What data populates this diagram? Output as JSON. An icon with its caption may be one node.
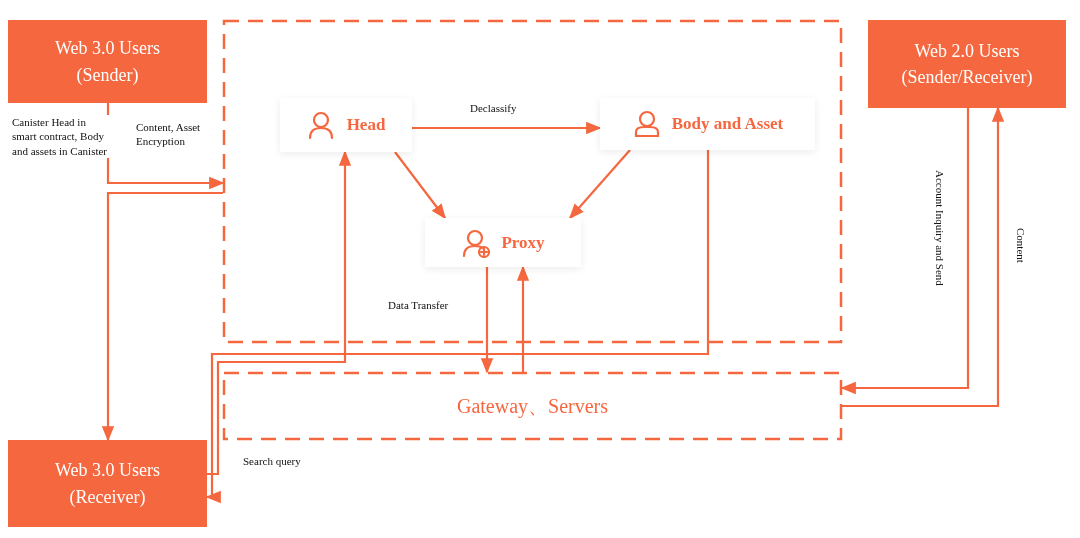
{
  "diagram": {
    "nodes": [
      {
        "text": [
          "Web 3.0 Users (Sender)"
        ]
      },
      {
        "text": [],
        "shape": "box"
      },
      {
        "text": [
          "Head"
        ],
        "in": 1
      },
      {
        "text": [
          "Body and Asset"
        ],
        "in": 1
      },
      {
        "text": [
          "Proxy"
        ],
        "in": 1
      },
      {
        "text": [
          "Gateway、Servers"
        ]
      },
      {
        "text": [
          "Web 2.0 Users (Sender/Receiver)"
        ]
      },
      {
        "text": [
          "Web 3.0 Users (Receiver)"
        ]
      }
    ],
    "edges": [
      {
        "from": 0,
        "to": 1,
        "arrow": "to",
        "label": "Content, Asset Encryption"
      },
      {
        "from": 1,
        "to": 7,
        "arrow": "to"
      },
      {
        "from": 2,
        "to": 3,
        "arrow": "to",
        "label": "Declassify"
      },
      {
        "from": 2,
        "to": 4,
        "arrow": "to"
      },
      {
        "from": 3,
        "to": 4,
        "arrow": "to"
      },
      {
        "from": 4,
        "to": 5,
        "arrow": "to",
        "label": "Data Transfer"
      },
      {
        "from": 5,
        "to": 4,
        "arrow": "to"
      },
      {
        "from": 7,
        "to": 2,
        "arrow": "to",
        "label": "Search query"
      },
      {
        "from": 3,
        "to": 7,
        "arrow": "to"
      },
      {
        "from": 6,
        "to": 5,
        "arrow": "to",
        "label": "Account Inquiry and Send"
      },
      {
        "from": 5,
        "to": 6,
        "arrow": "to",
        "label": "Content"
      }
    ],
    "labels": [
      "Canister Head in smart contract, Body and assets in Canister"
    ]
  }
}
